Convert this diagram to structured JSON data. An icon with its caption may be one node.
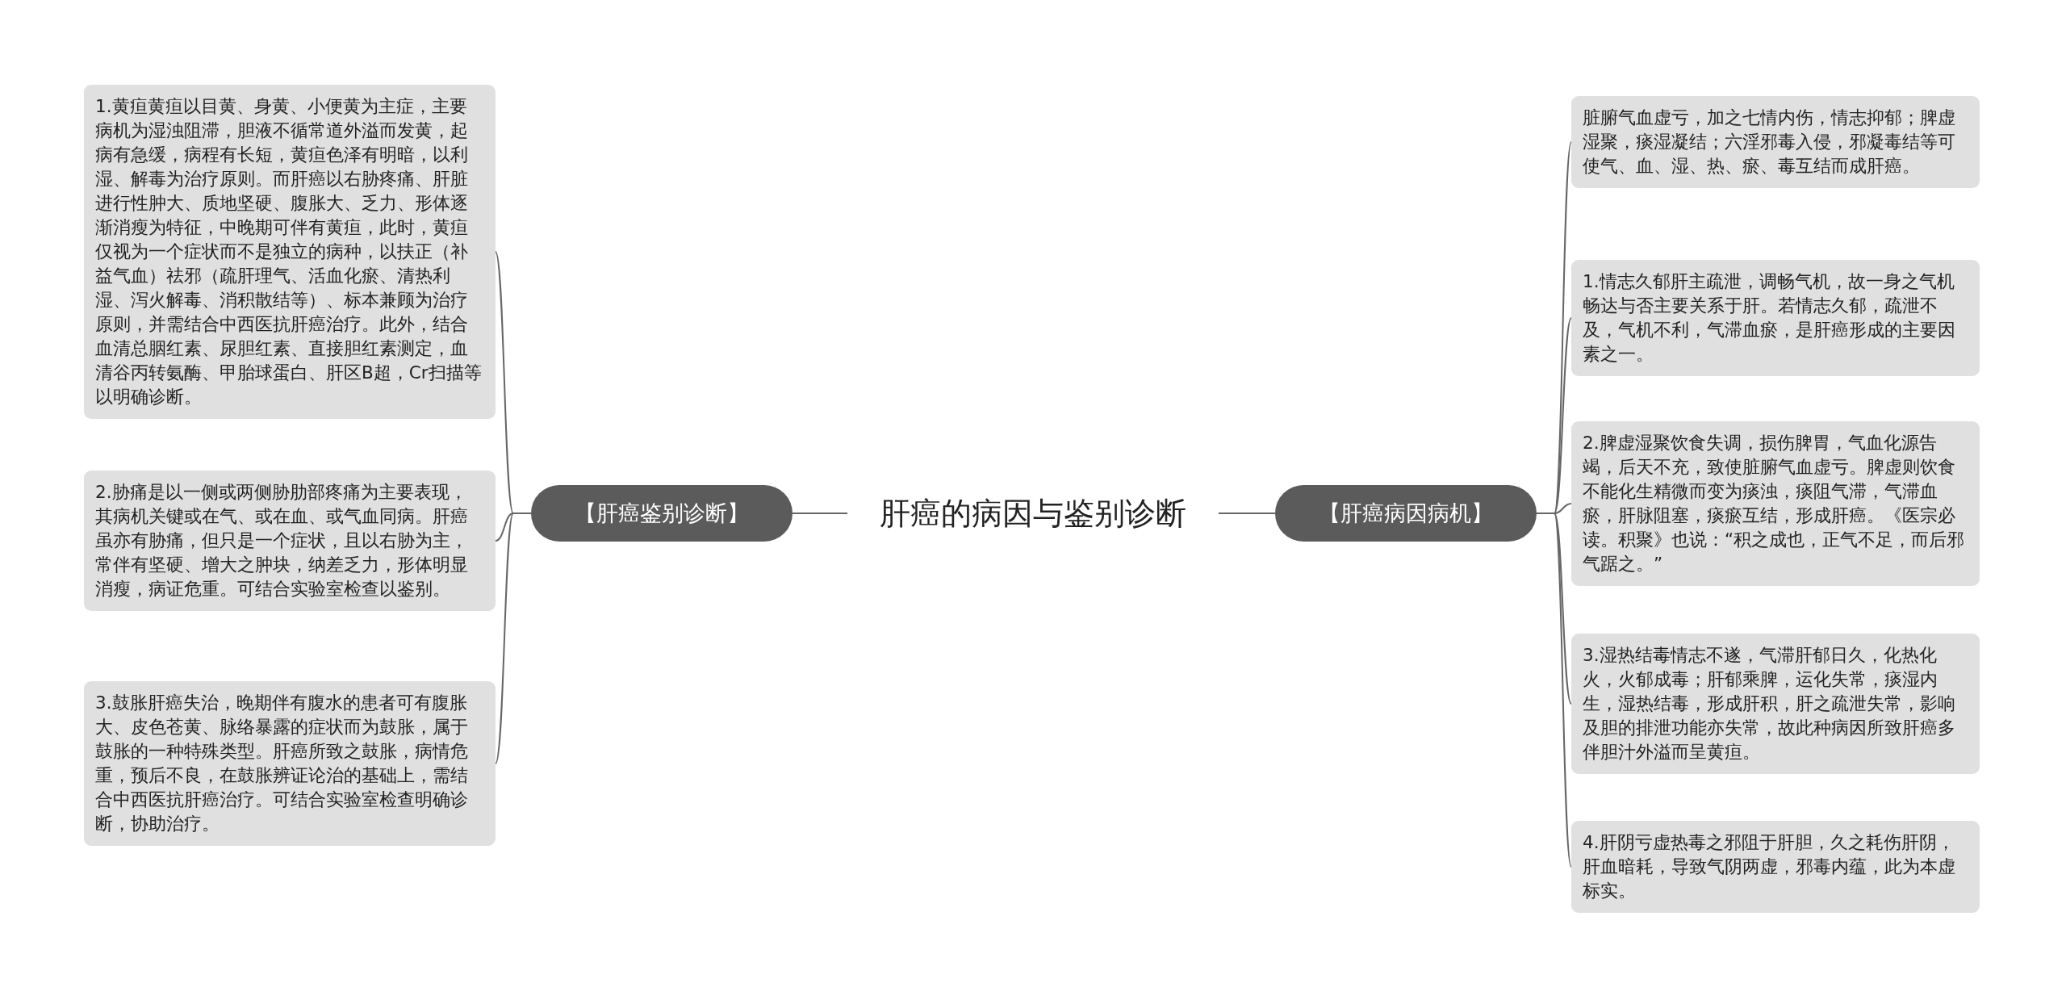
{
  "diagram": {
    "nodes": [
      {
        "text": [
          "肝癌的病因与鉴别诊断"
        ]
      },
      {
        "text": [
          "【肝癌鉴别诊断】"
        ]
      },
      {
        "text": [
          "1.黄疸黄疸以目黄、身黄、小便黄为主症，主要病机为湿浊阻滞，胆液不循常道外溢而发黄，起病有急缓，病程有长短，黄疸色泽有明暗，以利湿、解毒为治疗原则。而肝癌以右胁疼痛、肝脏进行性肿大、质地坚硬、腹胀大、乏力、形体逐渐消瘦为特征，中晚期可伴有黄疸，此时，黄疸仅视为一个症状而不是独立的病种，以扶正（补益气血）祛邪（疏肝理气、活血化瘀、清热利湿、泻火解毒、消积散结等）、标本兼顾为治疗原则，并需结合中西医抗肝癌治疗。此外，结合血清总胭红素、尿胆红素、直接胆红素测定，血清谷丙转氨酶、甲胎球蛋白、肝区B超，Cr扫描等以明确诊断。"
        ]
      },
      {
        "text": [
          "2.胁痛是以一侧或两侧胁肋部疼痛为主要表现，其病机关键或在气、或在血、或气血同病。肝癌虽亦有胁痛，但只是一个症状，且以右胁为主，常伴有坚硬、增大之肿块，纳差乏力，形体明显消瘦，病证危重。可结合实验室检查以鉴别。"
        ]
      },
      {
        "text": [
          "3.鼓胀肝癌失治，晚期伴有腹水的患者可有腹胀大、皮色苍黄、脉络暴露的症状而为鼓胀，属于鼓胀的一种特殊类型。肝癌所致之鼓胀，病情危重，预后不良，在鼓胀辨证论治的基础上，需结合中西医抗肝癌治疗。可结合实验室检查明确诊断，协助治疗。"
        ]
      },
      {
        "text": [
          "【肝癌病因病机】"
        ]
      },
      {
        "text": [
          "脏腑气血虚亏，加之七情内伤，情志抑郁；脾虚湿聚，痰湿凝结；六淫邪毒入侵，邪凝毒结等可使气、血、湿、热、瘀、毒互结而成肝癌。"
        ]
      },
      {
        "text": [
          "1.情志久郁肝主疏泄，调畅气机，故一身之气机畅达与否主要关系于肝。若情志久郁，疏泄不及，气机不利，气滞血瘀，是肝癌形成的主要因素之一。"
        ]
      },
      {
        "text": [
          "2.脾虚湿聚饮食失调，损伤脾胃，气血化源告竭，后天不充，致使脏腑气血虚亏。脾虚则饮食不能化生精微而变为痰浊，痰阻气滞，气滞血瘀，肝脉阻塞，痰瘀互结，形成肝癌。《医宗必读。积聚》也说：“积之成也，正气不足，而后邪气踞之。”"
        ]
      },
      {
        "text": [
          "3.湿热结毒情志不遂，气滞肝郁日久，化热化火，火郁成毒；肝郁乘脾，运化失常，痰湿内生，湿热结毒，形成肝积，肝之疏泄失常，影响及胆的排泄功能亦失常，故此种病因所致肝癌多伴胆汁外溢而呈黄疸。"
        ]
      },
      {
        "text": [
          "4.肝阴亏虚热毒之邪阻于肝胆，久之耗伤肝阴，肝血暗耗，导致气阴两虚，邪毒内蕴，此为本虚标实。"
        ]
      }
    ],
    "edges": [
      {
        "from": 0,
        "to": 1,
        "arrow": "none"
      },
      {
        "from": 1,
        "to": 2,
        "arrow": "none"
      },
      {
        "from": 1,
        "to": 3,
        "arrow": "none"
      },
      {
        "from": 1,
        "to": 4,
        "arrow": "none"
      },
      {
        "from": 0,
        "to": 5,
        "arrow": "none"
      },
      {
        "from": 5,
        "to": 6,
        "arrow": "none"
      },
      {
        "from": 5,
        "to": 7,
        "arrow": "none"
      },
      {
        "from": 5,
        "to": 8,
        "arrow": "none"
      },
      {
        "from": 5,
        "to": 9,
        "arrow": "none"
      },
      {
        "from": 5,
        "to": 10,
        "arrow": "none"
      }
    ]
  }
}
